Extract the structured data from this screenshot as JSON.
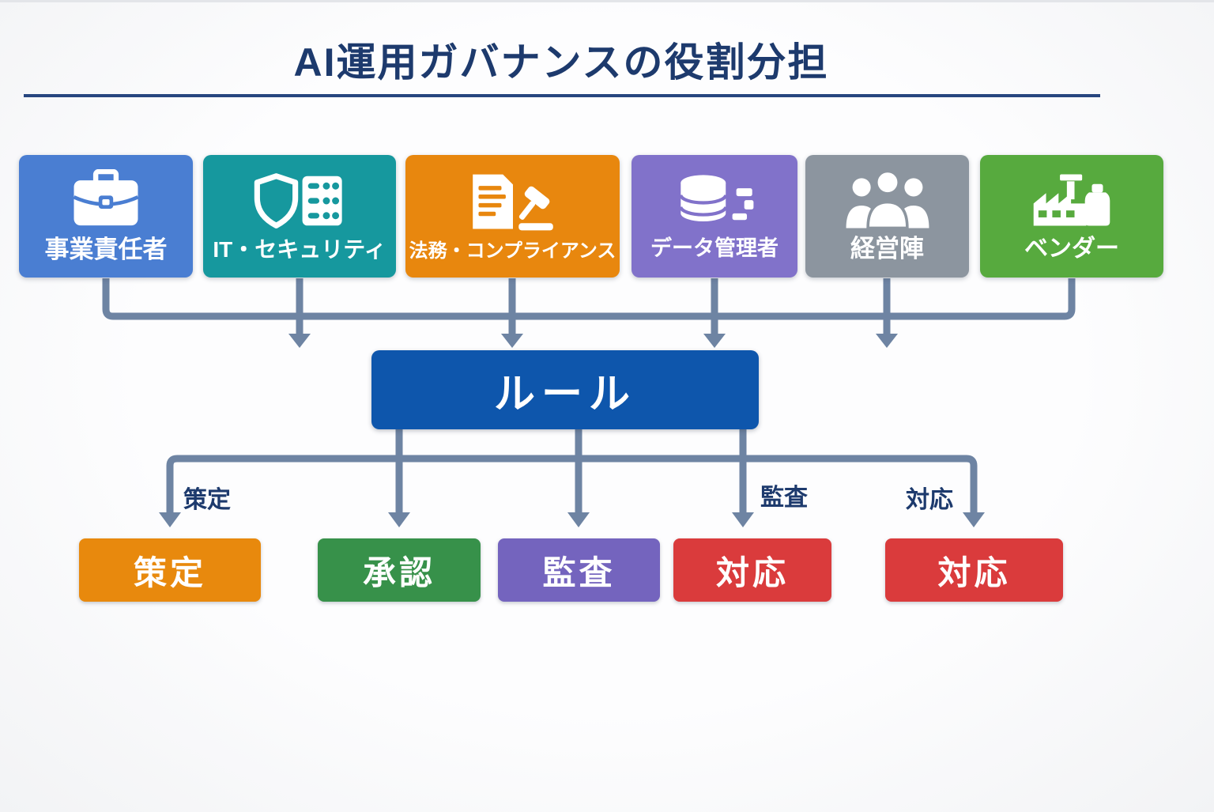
{
  "title": "AI運用ガバナンスの役割分担",
  "roles": [
    {
      "label": "事業責任者",
      "color": "#4a7ed2",
      "icon": "briefcase-icon"
    },
    {
      "label": "IT・セキュリティ",
      "color": "#16989e",
      "icon": "shield-server-icon"
    },
    {
      "label": "法務・コンプライアンス",
      "color": "#e8870e",
      "icon": "document-gavel-icon"
    },
    {
      "label": "データ管理者",
      "color": "#8172ca",
      "icon": "database-icon"
    },
    {
      "label": "経営陣",
      "color": "#8c959f",
      "icon": "people-icon"
    },
    {
      "label": "ベンダー",
      "color": "#57aa3e",
      "icon": "factory-icon"
    }
  ],
  "hub": {
    "label": "ルール",
    "color": "#0e56ac"
  },
  "actions": [
    {
      "label": "策定",
      "color": "#e8890d",
      "arrow_label": "策定"
    },
    {
      "label": "承認",
      "color": "#37914a",
      "arrow_label": ""
    },
    {
      "label": "監査",
      "color": "#7464be",
      "arrow_label": ""
    },
    {
      "label": "対応",
      "color": "#da3b3c",
      "arrow_label": "監査"
    },
    {
      "label": "対応",
      "color": "#da3b3c",
      "arrow_label": "対応"
    }
  ],
  "style": {
    "connector_color": "#6e84a3",
    "title_color": "#1d3a6d",
    "background": "#f8f9fa"
  }
}
